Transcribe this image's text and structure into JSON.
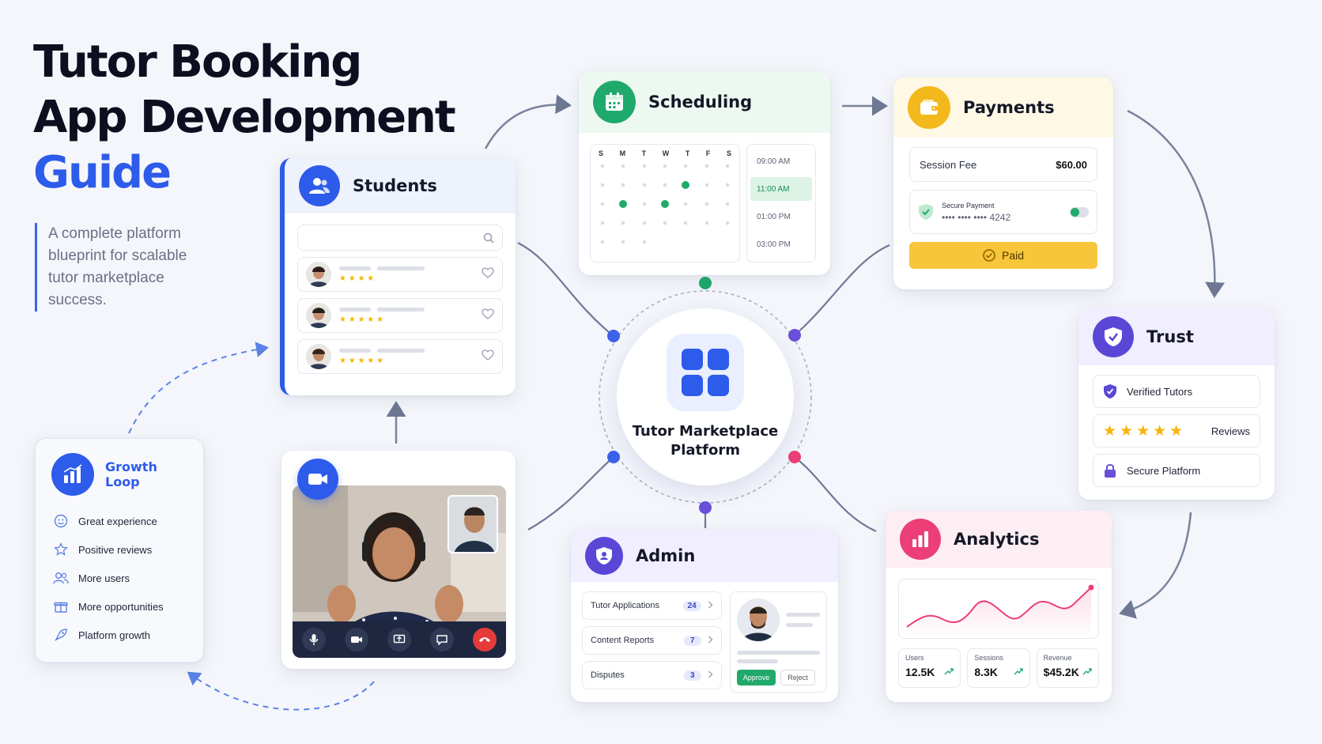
{
  "title": {
    "line1": "Tutor Booking",
    "line2": "App Development",
    "line3": "Guide"
  },
  "subtitle": "A complete platform blueprint for scalable tutor marketplace success.",
  "students": {
    "title": "Students",
    "ratings": [
      "★ ★ ★ ★",
      "★ ★ ★ ★ ★",
      "★ ★ ★ ★ ★"
    ]
  },
  "scheduling": {
    "title": "Scheduling",
    "weekdays": [
      "S",
      "M",
      "T",
      "W",
      "T",
      "F",
      "S"
    ],
    "times": [
      "09:00 AM",
      "11:00 AM",
      "01:00 PM",
      "03:00 PM"
    ],
    "selected_time": "11:00 AM"
  },
  "payments": {
    "title": "Payments",
    "fee_label": "Session Fee",
    "fee_value": "$60.00",
    "secure_label": "Secure Payment",
    "card_mask": "•••• •••• ••••",
    "card_last4": "4242",
    "paid_label": "Paid"
  },
  "trust": {
    "title": "Trust",
    "items": [
      "Verified Tutors",
      "Reviews",
      "Secure Platform"
    ]
  },
  "center": {
    "line1": "Tutor Marketplace",
    "line2": "Platform"
  },
  "growth": {
    "title": "Growth Loop",
    "items": [
      "Great experience",
      "Positive reviews",
      "More users",
      "More opportunities",
      "Platform growth"
    ]
  },
  "admin": {
    "title": "Admin",
    "rows": [
      {
        "label": "Tutor Applications",
        "count": "24"
      },
      {
        "label": "Content Reports",
        "count": "7"
      },
      {
        "label": "Disputes",
        "count": "3"
      }
    ],
    "approve": "Approve",
    "reject": "Reject"
  },
  "analytics": {
    "title": "Analytics",
    "stats": [
      {
        "label": "Users",
        "value": "12.5K"
      },
      {
        "label": "Sessions",
        "value": "8.3K"
      },
      {
        "label": "Revenue",
        "value": "$45.2K"
      }
    ]
  },
  "colors": {
    "blue": "#2d5bea",
    "green": "#1faa6b",
    "yellow": "#f7c531",
    "purple": "#5b47d6",
    "pink": "#ec3f78"
  }
}
